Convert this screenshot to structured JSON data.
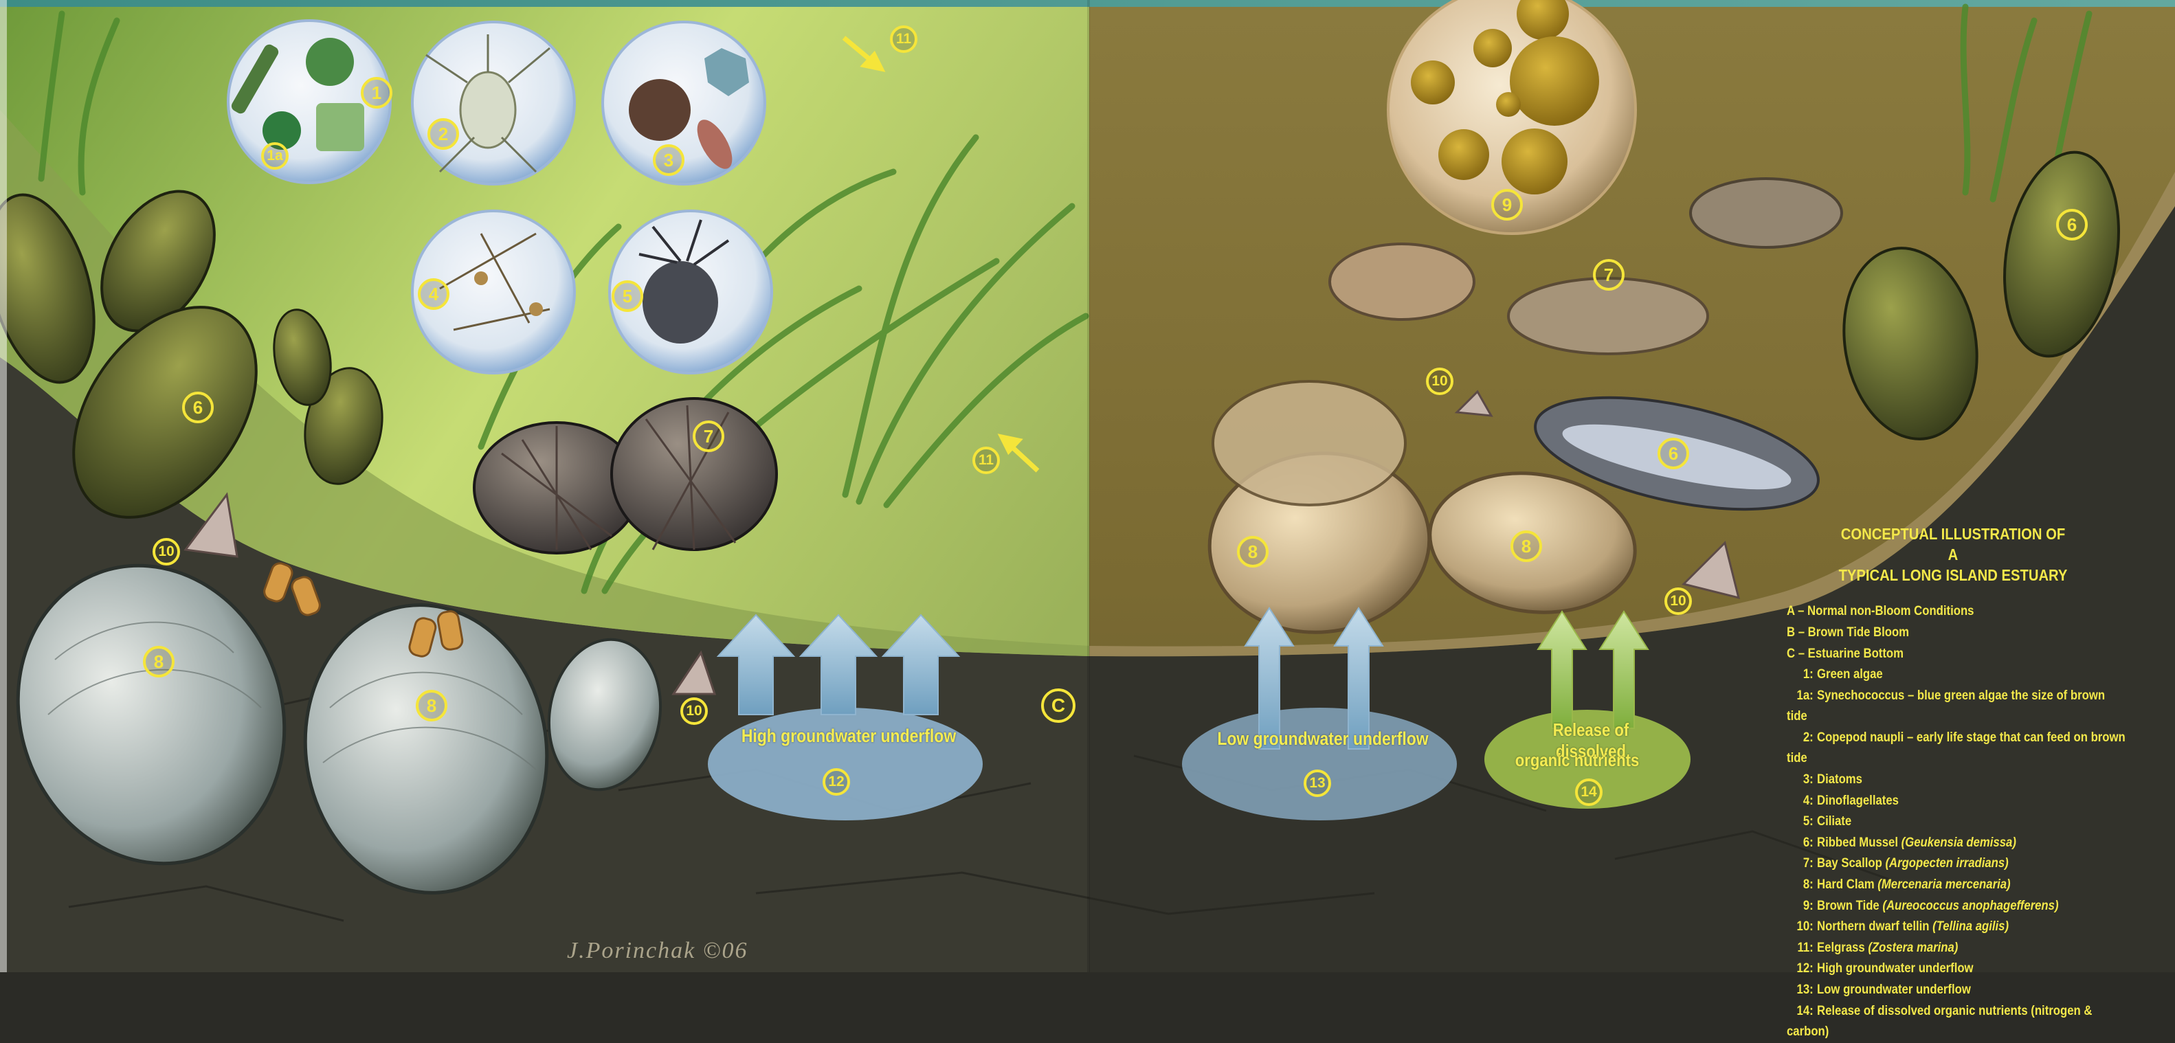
{
  "title_lines": [
    "CONCEPTUAL ILLUSTRATION OF A",
    "TYPICAL LONG ISLAND ESTUARY"
  ],
  "conditions": [
    "A – Normal non-Bloom Conditions",
    "B – Brown Tide Bloom",
    "C – Estuarine Bottom"
  ],
  "legend": [
    {
      "num": "1:",
      "text": "Green algae",
      "sci": ""
    },
    {
      "num": "1a:",
      "text": "Synechococcus – blue green algae the size of brown tide",
      "sci": ""
    },
    {
      "num": "2:",
      "text": "Copepod naupli – early life stage that can feed on brown tide",
      "sci": ""
    },
    {
      "num": "3:",
      "text": "Diatoms",
      "sci": ""
    },
    {
      "num": "4:",
      "text": "Dinoflagellates",
      "sci": ""
    },
    {
      "num": "5:",
      "text": "Ciliate",
      "sci": ""
    },
    {
      "num": "6:",
      "text": "Ribbed Mussel ",
      "sci": "(Geukensia demissa)"
    },
    {
      "num": "7:",
      "text": "Bay Scallop ",
      "sci": "(Argopecten irradians)"
    },
    {
      "num": "8:",
      "text": "Hard Clam ",
      "sci": "(Mercenaria mercenaria)"
    },
    {
      "num": "9:",
      "text": "Brown Tide ",
      "sci": "(Aureococcus anophagefferens)"
    },
    {
      "num": "10:",
      "text": "Northern dwarf  tellin ",
      "sci": "(Tellina agilis)"
    },
    {
      "num": "11:",
      "text": "Eelgrass ",
      "sci": "(Zostera marina)"
    },
    {
      "num": "12:",
      "text": "High groundwater underflow",
      "sci": ""
    },
    {
      "num": "13:",
      "text": "Low groundwater underflow",
      "sci": ""
    },
    {
      "num": "14:",
      "text": "Release of dissolved organic nutrients (nitrogen & carbon)",
      "sci": ""
    }
  ],
  "flows": {
    "high": "High groundwater underflow",
    "low": "Low groundwater underflow",
    "release_line1": "Release of dissolved",
    "release_line2": "organic nutrients"
  },
  "markers": {
    "m1": "1",
    "m1a": "1a",
    "m2": "2",
    "m3": "3",
    "m4": "4",
    "m5": "5",
    "m6a": "6",
    "m6b": "6",
    "m6c": "6",
    "m7a": "7",
    "m7b": "7",
    "m8a": "8",
    "m8b": "8",
    "m8c": "8",
    "m8d": "8",
    "m9": "9",
    "m10a": "10",
    "m10b": "10",
    "m10c": "10",
    "m10d": "10",
    "m11a": "11",
    "m11b": "11",
    "m12": "12",
    "m13": "13",
    "m14": "14",
    "mC": "C"
  },
  "signature": "J.Porinchak ©06",
  "colors": {
    "marker": "#f5e53a",
    "healthy_water": "#b9cf6a",
    "bloom_water": "#7a6a30",
    "sediment": "#35352d",
    "groundwater_pool": "#8fb4cf",
    "nutrient_pool": "#9ab84a"
  }
}
